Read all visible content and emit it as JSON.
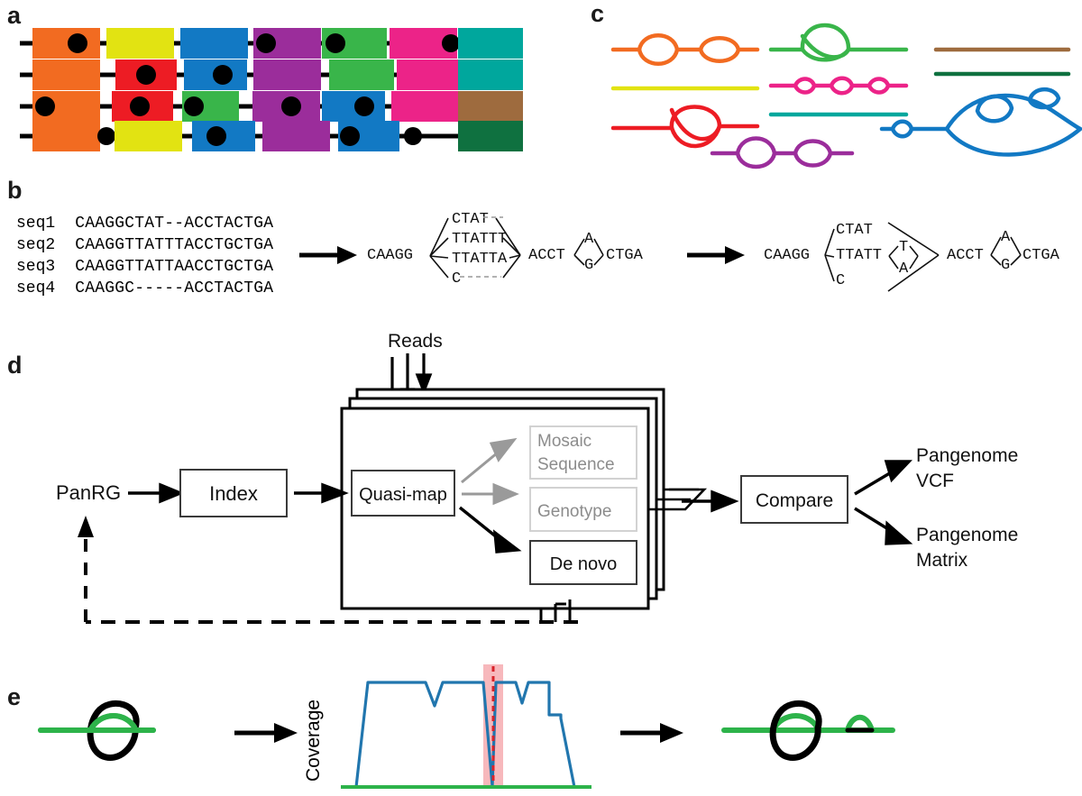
{
  "figure": {
    "panels": [
      {
        "id": "a",
        "label": "a"
      },
      {
        "id": "b",
        "label": "b"
      },
      {
        "id": "c",
        "label": "c"
      },
      {
        "id": "d",
        "label": "d"
      },
      {
        "id": "e",
        "label": "e"
      }
    ]
  },
  "palette": {
    "orange": "#F26B21",
    "yellow": "#E2E312",
    "blue": "#1279C4",
    "purple": "#9B2D9B",
    "green": "#39B54A",
    "pink": "#EC2388",
    "teal": "#00A79D",
    "red": "#ED1C24",
    "brown": "#9E6B3E",
    "darkgreen": "#0F7140",
    "black": "#000000",
    "grey": "#9A9A9A",
    "lightgrey": "#C9C9C9",
    "plot_blue": "#2176AE",
    "plot_green": "#2DB34A",
    "highlight_pink": "#F7B8BC",
    "dashed_red": "#D8232A"
  },
  "panel_a": {
    "description": "Four genome sequences drawn as coloured gene blocks joined by black backbone lines, with black SNP dots inside some blocks.",
    "rows": [
      {
        "row": 1,
        "blocks": [
          {
            "color": "orange",
            "dot": true,
            "dot_pos": 0.66
          },
          {
            "color": "yellow",
            "dot": false
          },
          {
            "color": "blue",
            "dot": false
          },
          {
            "color": "purple",
            "dot": true,
            "dot_pos": 0.18
          },
          {
            "color": "green",
            "dot": true,
            "dot_pos": 0.22
          },
          {
            "color": "pink",
            "dot": false
          },
          {
            "color": "teal",
            "dot": false
          }
        ],
        "inter_dots": [
          {
            "after": 6
          }
        ]
      },
      {
        "row": 2,
        "blocks": [
          {
            "color": "orange",
            "dot": false
          },
          {
            "color": "red",
            "dot": true,
            "dot_pos": 0.52
          },
          {
            "color": "blue",
            "dot": true,
            "dot_pos": 0.62
          },
          {
            "color": "purple",
            "dot": false
          },
          {
            "color": "green",
            "dot": false
          },
          {
            "color": "pink",
            "dot": false
          },
          {
            "color": "teal",
            "dot": false
          }
        ],
        "inter_dots": []
      },
      {
        "row": 3,
        "blocks": [
          {
            "color": "orange",
            "dot": true,
            "dot_pos": 0.14
          },
          {
            "color": "red",
            "dot": true,
            "dot_pos": 0.44
          },
          {
            "color": "green",
            "dot": true,
            "dot_pos": 0.2
          },
          {
            "color": "purple",
            "dot": true,
            "dot_pos": 0.58
          },
          {
            "color": "blue",
            "dot": true,
            "dot_pos": 0.78
          },
          {
            "color": "pink",
            "dot": false
          },
          {
            "color": "brown",
            "dot": false
          }
        ],
        "inter_dots": []
      },
      {
        "row": 4,
        "blocks": [
          {
            "color": "orange",
            "dot": false
          },
          {
            "color": "yellow",
            "dot": false
          },
          {
            "color": "blue",
            "dot": true,
            "dot_pos": 0.42
          },
          {
            "color": "purple",
            "dot": false
          },
          {
            "color": "blue",
            "dot": true,
            "dot_pos": 0.2
          },
          {
            "color": "darkgreen",
            "dot": false
          }
        ],
        "inter_dots": [
          {
            "after": 1
          },
          {
            "after": 5
          }
        ]
      }
    ]
  },
  "panel_b": {
    "alignment_labels": [
      "seq1",
      "seq2",
      "seq3",
      "seq4"
    ],
    "alignment_sequences": [
      "CAAGGCTAT--ACCTACTGA",
      "CAAGGTTATTTACCTGCTGA",
      "CAAGGTTATTAACCTGCTGA",
      "CAAGGC-----ACCTACTGA"
    ],
    "graph_middle": {
      "prefix": "CAAGG",
      "alleles": [
        "CTAT",
        "TTATTT",
        "TTATTA",
        "C"
      ],
      "allele_dashes": [
        true,
        false,
        false,
        true
      ],
      "join": "ACCT",
      "snp_top": "A",
      "snp_bottom": "G",
      "suffix": "CTGA"
    },
    "graph_right": {
      "prefix": "CAAGG",
      "alleles": [
        "CTAT",
        "TTATT",
        "C"
      ],
      "nested_top": "T",
      "nested_bottom": "A",
      "join": "ACCT",
      "snp_top": "A",
      "snp_bottom": "G",
      "suffix": "CTGA"
    }
  },
  "panel_c": {
    "description": "Per-gene local graphs (PanRG): each coloured line is one gene graph with bubbles representing variation.",
    "graphs": [
      {
        "name": "orange-graph",
        "color": "orange",
        "bubbles": 2
      },
      {
        "name": "yellow-graph",
        "color": "yellow",
        "bubbles": 0
      },
      {
        "name": "red-graph",
        "color": "red",
        "bubbles": 1
      },
      {
        "name": "purple-graph",
        "color": "purple",
        "bubbles": 2
      },
      {
        "name": "green-graph",
        "color": "green",
        "bubbles": 1
      },
      {
        "name": "pink-graph",
        "color": "pink",
        "bubbles": 3
      },
      {
        "name": "teal-graph",
        "color": "teal",
        "bubbles": 0
      },
      {
        "name": "brown-graph",
        "color": "brown",
        "bubbles": 0
      },
      {
        "name": "darkgreen-graph",
        "color": "darkgreen",
        "bubbles": 0
      },
      {
        "name": "blue-graph",
        "color": "blue",
        "bubbles": 3
      }
    ]
  },
  "panel_d": {
    "input_label": "PanRG",
    "reads_label": "Reads",
    "boxes": {
      "index": "Index",
      "quasi_map": "Quasi-map",
      "mosaic_sequence": "Mosaic\nSequence",
      "mosaic_sequence_line1": "Mosaic",
      "mosaic_sequence_line2": "Sequence",
      "genotype": "Genotype",
      "de_novo": "De novo",
      "compare": "Compare"
    },
    "outputs": [
      {
        "line1": "Pangenome",
        "line2": "VCF"
      },
      {
        "line1": "Pangenome",
        "line2": "Matrix"
      }
    ]
  },
  "panel_e": {
    "y_axis_label": "Coverage",
    "description": "Local graph with candidate region; coverage over the mosaic sequence dips in the highlighted region, triggering de novo discovery of a new bubble.",
    "chart_data": {
      "type": "line",
      "title": "",
      "xlabel": "",
      "ylabel": "Coverage",
      "grid": false,
      "legend": null,
      "highlight_band": {
        "x_start": 60,
        "x_end": 68,
        "color": "#F7B8BC"
      },
      "marker_line": {
        "x": 64,
        "style": "dashed",
        "color": "#D8232A"
      },
      "x": [
        2,
        6,
        16,
        40,
        44,
        48,
        52,
        58,
        60,
        64,
        66,
        68,
        72,
        76,
        80,
        84,
        88,
        92,
        96,
        100
      ],
      "values": [
        0,
        0,
        100,
        100,
        62,
        100,
        100,
        100,
        100,
        2,
        100,
        100,
        100,
        62,
        100,
        100,
        48,
        46,
        46,
        0
      ],
      "xlim": [
        0,
        100
      ],
      "ylim": [
        0,
        110
      ]
    }
  }
}
